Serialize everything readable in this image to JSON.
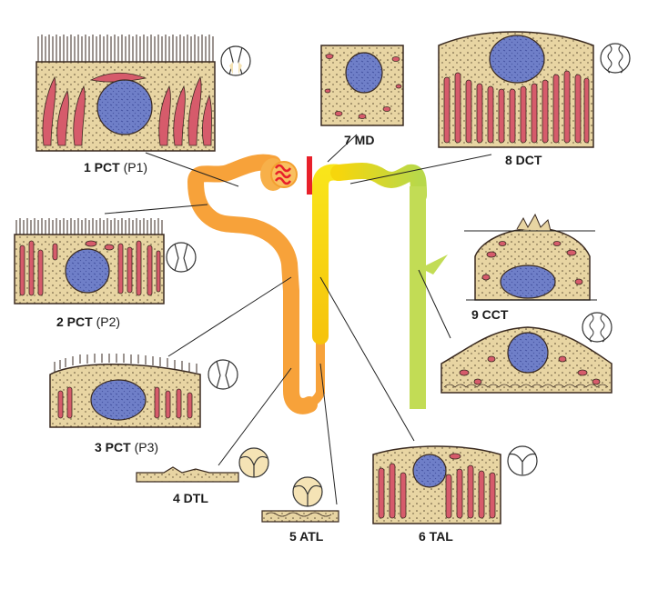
{
  "colors": {
    "cytoplasm": "#e8d5a3",
    "nucleus": "#6f7fc8",
    "mitochondria": "#d65b6b",
    "outline": "#3a2a20",
    "pct": "#f7a23a",
    "dtl": "#f7a23a",
    "tal": "#f6d20c",
    "dct": "#a8d04a",
    "ccd": "#c2dc55",
    "glom": "#e8202a",
    "macula": "#e8202a"
  },
  "labels": [
    {
      "id": "pct1",
      "num": "1 PCT",
      "sub": "(P1)"
    },
    {
      "id": "pct2",
      "num": "2 PCT",
      "sub": "(P2)"
    },
    {
      "id": "pct3",
      "num": "3 PCT",
      "sub": "(P3)"
    },
    {
      "id": "dtl",
      "num": "4 DTL",
      "sub": ""
    },
    {
      "id": "atl",
      "num": "5 ATL",
      "sub": ""
    },
    {
      "id": "tal",
      "num": "6 TAL",
      "sub": ""
    },
    {
      "id": "md",
      "num": "7 MD",
      "sub": ""
    },
    {
      "id": "dct",
      "num": "8 DCT",
      "sub": ""
    },
    {
      "id": "cct",
      "num": "9 CCT",
      "sub": ""
    }
  ]
}
